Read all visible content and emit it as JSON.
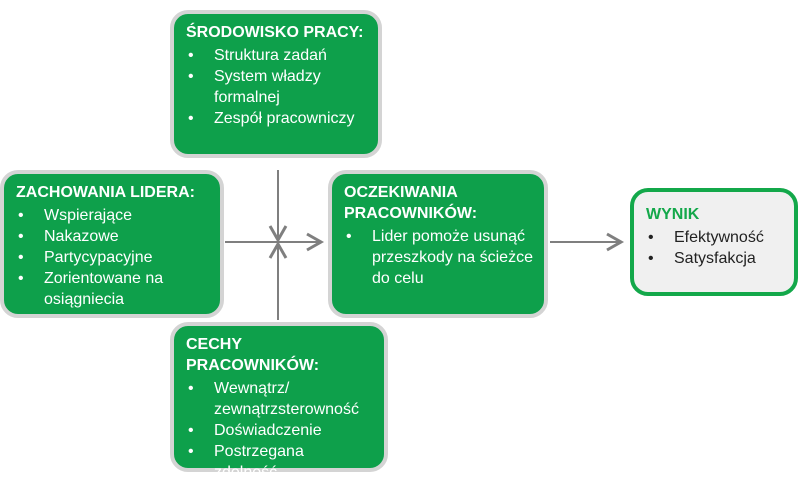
{
  "boxes": {
    "environment": {
      "title": "ŚRODOWISKO PRACY:",
      "items": [
        "Struktura zadań",
        "System władzy formalnej",
        "Zespół pracowniczy"
      ]
    },
    "leader": {
      "title": "ZACHOWANIA LIDERA:",
      "items": [
        "Wspierające",
        "Nakazowe",
        "Partycypacyjne",
        "Zorientowane na osiągniecia"
      ]
    },
    "expectations": {
      "title": "OCZEKIWANIA PRACOWNIKÓW:",
      "items": [
        "Lider pomoże usunąć przeszkody na ścieżce do celu"
      ]
    },
    "traits": {
      "title": "CECHY PRACOWNIKÓW:",
      "items": [
        "Wewnątrz/ zewnątrzsterowność",
        "Doświadczenie",
        "Postrzegana zdolność"
      ]
    },
    "result": {
      "title": "WYNIK",
      "items": [
        "Efektywność",
        "Satysfakcja"
      ]
    }
  },
  "colors": {
    "green": "#0ea04b",
    "arrow": "#7f7f7f"
  }
}
